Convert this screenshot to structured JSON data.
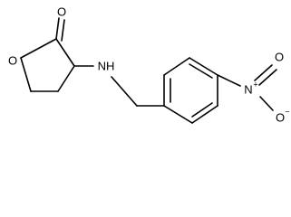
{
  "molecule": {
    "atoms": {
      "carbonyl_o": "O",
      "ring_o": "O",
      "amine": "NH",
      "nitro_n": "N",
      "nitro_n_charge": "+",
      "nitro_o_top": "O",
      "nitro_o_bottom": "O",
      "nitro_o_bottom_charge": "−"
    }
  }
}
